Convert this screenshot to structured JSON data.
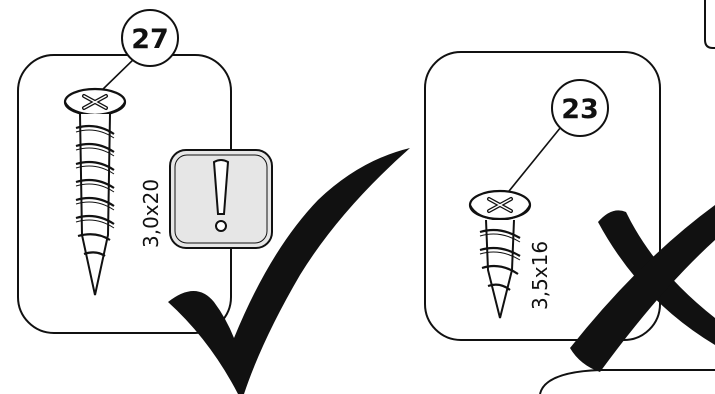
{
  "correct_panel": {
    "part_number": "27",
    "screw_size": "3,0x20",
    "warning_icon": "exclamation-icon",
    "verdict_icon": "checkmark-icon"
  },
  "incorrect_panel": {
    "part_number": "23",
    "screw_size": "3,5x16",
    "verdict_icon": "cross-icon"
  },
  "colors": {
    "line": "#111111",
    "warning_fill": "#e6e6e6"
  }
}
